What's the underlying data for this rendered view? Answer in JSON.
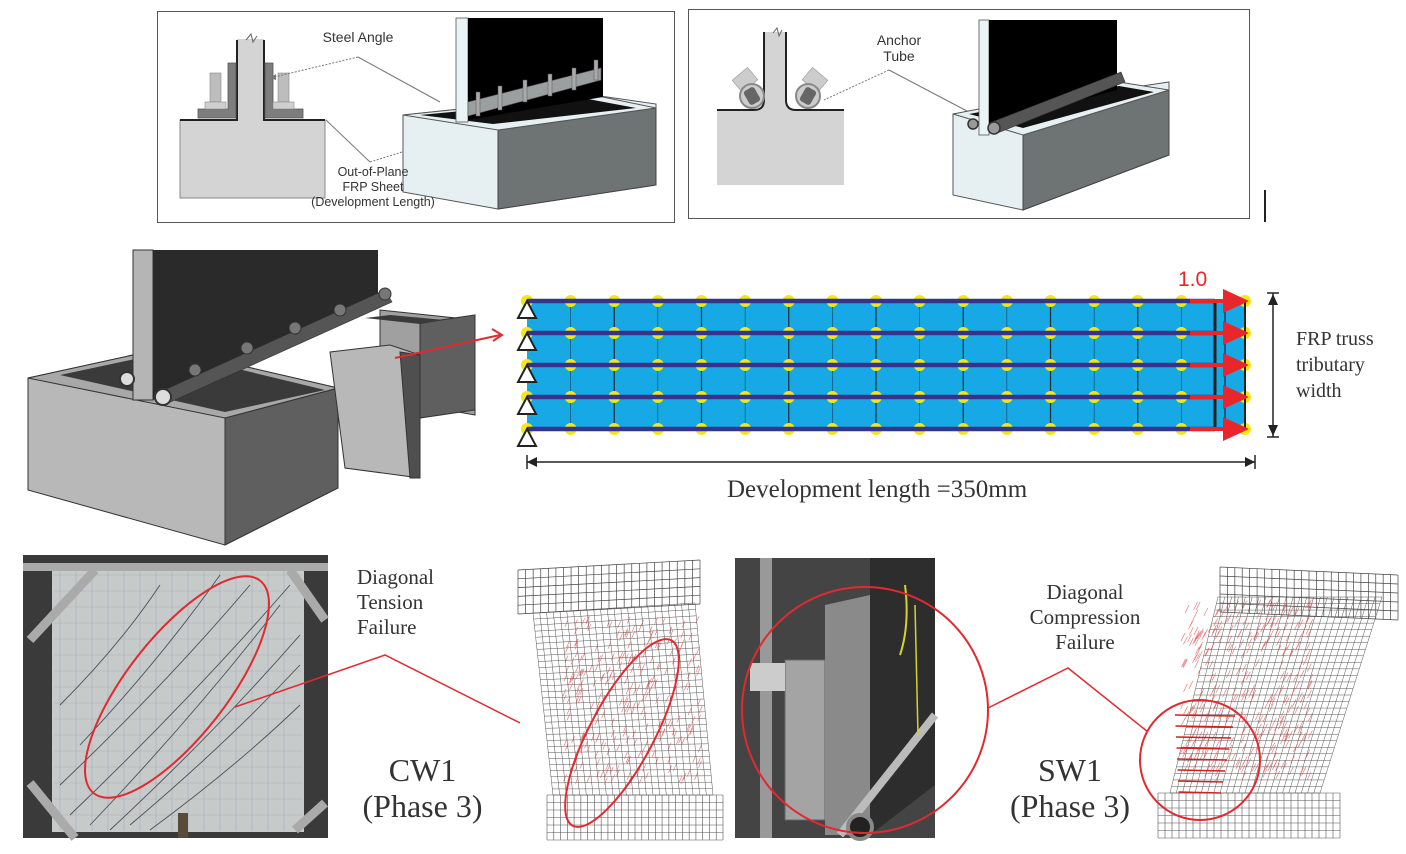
{
  "panels": {
    "steel_angle": {
      "label_callout": "Steel Angle",
      "label_frp_line1": "Out-of-Plane",
      "label_frp_line2": "FRP Sheet",
      "label_frp_line3": "(Development Length)"
    },
    "anchor_tube": {
      "label_line1": "Anchor",
      "label_line2": "Tube"
    },
    "frp_truss_model": {
      "load_label": "1.0",
      "tributary_line1": "FRP truss",
      "tributary_line2": "tributary",
      "tributary_line3": "width",
      "dimension_label": "Development length =350mm",
      "rows": 5,
      "columns": 16,
      "colors": {
        "sheet": "#16a9e6",
        "truss_bar": "#35338a",
        "node": "#f5e70f",
        "load_arrow": "#e8262c"
      }
    },
    "cw1": {
      "failure_line1": "Diagonal",
      "failure_line2": "Tension",
      "failure_line3": "Failure",
      "specimen": "CW1",
      "phase": "(Phase 3)"
    },
    "sw1": {
      "failure_line1": "Diagonal",
      "failure_line2": "Compression",
      "failure_line3": "Failure",
      "specimen": "SW1",
      "phase": "(Phase 3)"
    },
    "highlight_color": "#e02a2f"
  }
}
